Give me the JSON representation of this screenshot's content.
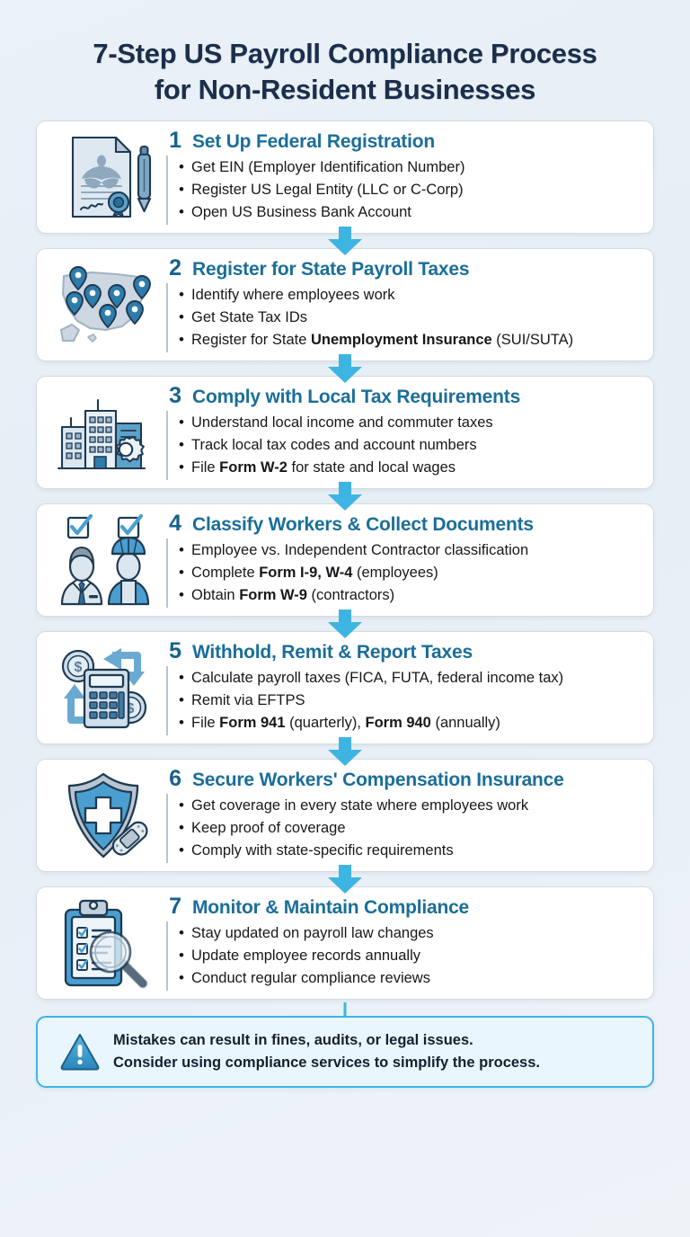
{
  "title": {
    "line1": "7-Step US Payroll Compliance Process",
    "line2": "for Non-Resident Businesses"
  },
  "colors": {
    "background": "#e9f0f7",
    "title": "#1b2e4b",
    "step_number": "#16628c",
    "step_title": "#1a6e99",
    "arrow": "#3eb4e3",
    "card_bg": "#ffffff",
    "card_border": "#d3dbe3",
    "note_bg": "#eaf6fd",
    "note_border": "#3eb4e3",
    "icon_blue": "#4a9fd0",
    "icon_dark": "#1e3a52",
    "icon_light": "#c8d9e6"
  },
  "steps": [
    {
      "number": "1",
      "title": "Set Up Federal Registration",
      "icon": "certificate-document-pen-icon",
      "bullets": [
        [
          {
            "t": "Get EIN (Employer Identification Number)",
            "b": false
          }
        ],
        [
          {
            "t": "Register US Legal Entity (LLC or C-Corp)",
            "b": false
          }
        ],
        [
          {
            "t": "Open US Business Bank Account",
            "b": false
          }
        ]
      ]
    },
    {
      "number": "2",
      "title": "Register for State Payroll Taxes",
      "icon": "us-map-location-pins-icon",
      "bullets": [
        [
          {
            "t": "Identify where employees work",
            "b": false
          }
        ],
        [
          {
            "t": "Get State Tax IDs",
            "b": false
          }
        ],
        [
          {
            "t": "Register for State ",
            "b": false
          },
          {
            "t": "Unemployment Insurance",
            "b": true
          },
          {
            "t": " (SUI/SUTA)",
            "b": false
          }
        ]
      ]
    },
    {
      "number": "3",
      "title": "Comply with Local Tax Requirements",
      "icon": "city-buildings-gear-icon",
      "bullets": [
        [
          {
            "t": "Understand local income and commuter taxes",
            "b": false
          }
        ],
        [
          {
            "t": "Track local tax codes and account numbers",
            "b": false
          }
        ],
        [
          {
            "t": "File ",
            "b": false
          },
          {
            "t": "Form W-2",
            "b": true
          },
          {
            "t": " for state and local wages",
            "b": false
          }
        ]
      ]
    },
    {
      "number": "4",
      "title": "Classify Workers & Collect Documents",
      "icon": "two-workers-checkbox-icon",
      "bullets": [
        [
          {
            "t": "Employee vs. Independent Contractor classification",
            "b": false
          }
        ],
        [
          {
            "t": "Complete ",
            "b": false
          },
          {
            "t": "Form I-9, W-4",
            "b": true
          },
          {
            "t": " (employees)",
            "b": false
          }
        ],
        [
          {
            "t": "Obtain ",
            "b": false
          },
          {
            "t": "Form W-9",
            "b": true
          },
          {
            "t": " (contractors)",
            "b": false
          }
        ]
      ]
    },
    {
      "number": "5",
      "title": "Withhold, Remit & Report Taxes",
      "icon": "calculator-coins-arrows-icon",
      "bullets": [
        [
          {
            "t": "Calculate payroll taxes (FICA, FUTA, federal income tax)",
            "b": false
          }
        ],
        [
          {
            "t": "Remit via EFTPS",
            "b": false
          }
        ],
        [
          {
            "t": "File ",
            "b": false
          },
          {
            "t": "Form 941",
            "b": true
          },
          {
            "t": " (quarterly), ",
            "b": false
          },
          {
            "t": "Form 940",
            "b": true
          },
          {
            "t": " (annually)",
            "b": false
          }
        ]
      ]
    },
    {
      "number": "6",
      "title": "Secure Workers' Compensation Insurance",
      "icon": "shield-medical-cross-bandage-icon",
      "bullets": [
        [
          {
            "t": "Get coverage in every state where employees work",
            "b": false
          }
        ],
        [
          {
            "t": "Keep proof of coverage",
            "b": false
          }
        ],
        [
          {
            "t": "Comply with state-specific requirements",
            "b": false
          }
        ]
      ]
    },
    {
      "number": "7",
      "title": "Monitor & Maintain Compliance",
      "icon": "clipboard-magnifier-icon",
      "bullets": [
        [
          {
            "t": "Stay updated on payroll law changes",
            "b": false
          }
        ],
        [
          {
            "t": "Update employee records annually",
            "b": false
          }
        ],
        [
          {
            "t": "Conduct regular compliance reviews",
            "b": false
          }
        ]
      ]
    }
  ],
  "footer": {
    "icon": "warning-triangle-icon",
    "line1": "Mistakes can result in fines, audits, or legal issues.",
    "line2": "Consider using compliance services to simplify the process."
  }
}
